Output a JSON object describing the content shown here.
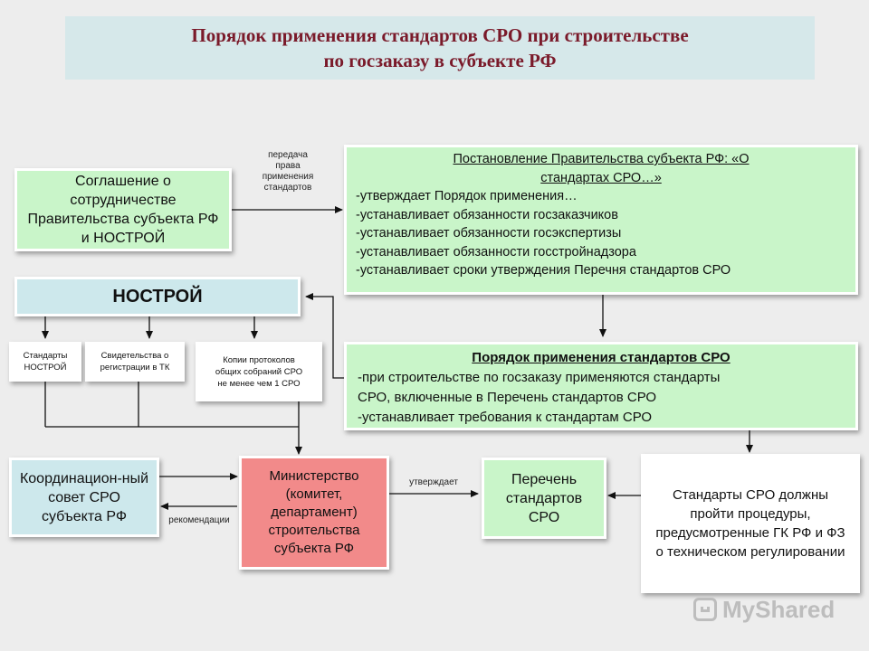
{
  "title": {
    "line1": "Порядок применения  стандартов СРО при строительстве",
    "line2": "по госзаказу в субъекте РФ"
  },
  "agreement": {
    "text": "Соглашение о сотрудничестве Правительства субъекта РФ и НОСТРОЙ"
  },
  "transfer_note": {
    "lines": [
      "передача",
      "права",
      "применения",
      "стандартов"
    ]
  },
  "resolution": {
    "heading1": "Постановление Правительства субъекта РФ: «О",
    "heading2": "стандартах СРО…»",
    "items": [
      "-утверждает Порядок применения…",
      "-устанавливает обязанности госзаказчиков",
      "-устанавливает обязанности госэкспертизы",
      "-устанавливает обязанности госстройнадзора",
      "-устанавливает сроки утверждения Перечня стандартов СРО"
    ]
  },
  "nostroy": {
    "label": "НОСТРОЙ"
  },
  "small_boxes": {
    "standards": {
      "line1": "Стандарты",
      "line2": "НОСТРОЙ"
    },
    "certificates": {
      "line1": "Свидетельства о",
      "line2": "регистрации в ТК"
    },
    "protocols": {
      "line1": "Копии протоколов",
      "line2": "общих собраний СРО",
      "line3": "не менее чем 1 СРО"
    }
  },
  "procedure": {
    "heading": "Порядок применения стандартов СРО",
    "items": [
      "-при строительстве по госзаказу применяются стандарты",
      "СРО, включенные в Перечень стандартов СРО",
      "-устанавливает требования к стандартам СРО"
    ]
  },
  "council": {
    "text": "Координацион-ный совет СРО субъекта РФ"
  },
  "ministry": {
    "text": "Министерство (комитет, департамент) строительства субъекта РФ"
  },
  "recommendations_note": "рекомендации",
  "approves_note": "утверждает",
  "list_box": {
    "text": "Перечень стандартов СРО"
  },
  "procedures_box": {
    "text": "Стандарты СРО должны пройти процедуры, предусмотренные ГК РФ и ФЗ о техническом регулировании"
  },
  "watermark": {
    "text": "MyShared"
  },
  "colors": {
    "title_text": "#7a1a2a",
    "title_bg": "#d6e8ea",
    "green_box": "#c9f5c9",
    "cyan_box": "#cde8ec",
    "ministry_box": "#f28a8a"
  }
}
